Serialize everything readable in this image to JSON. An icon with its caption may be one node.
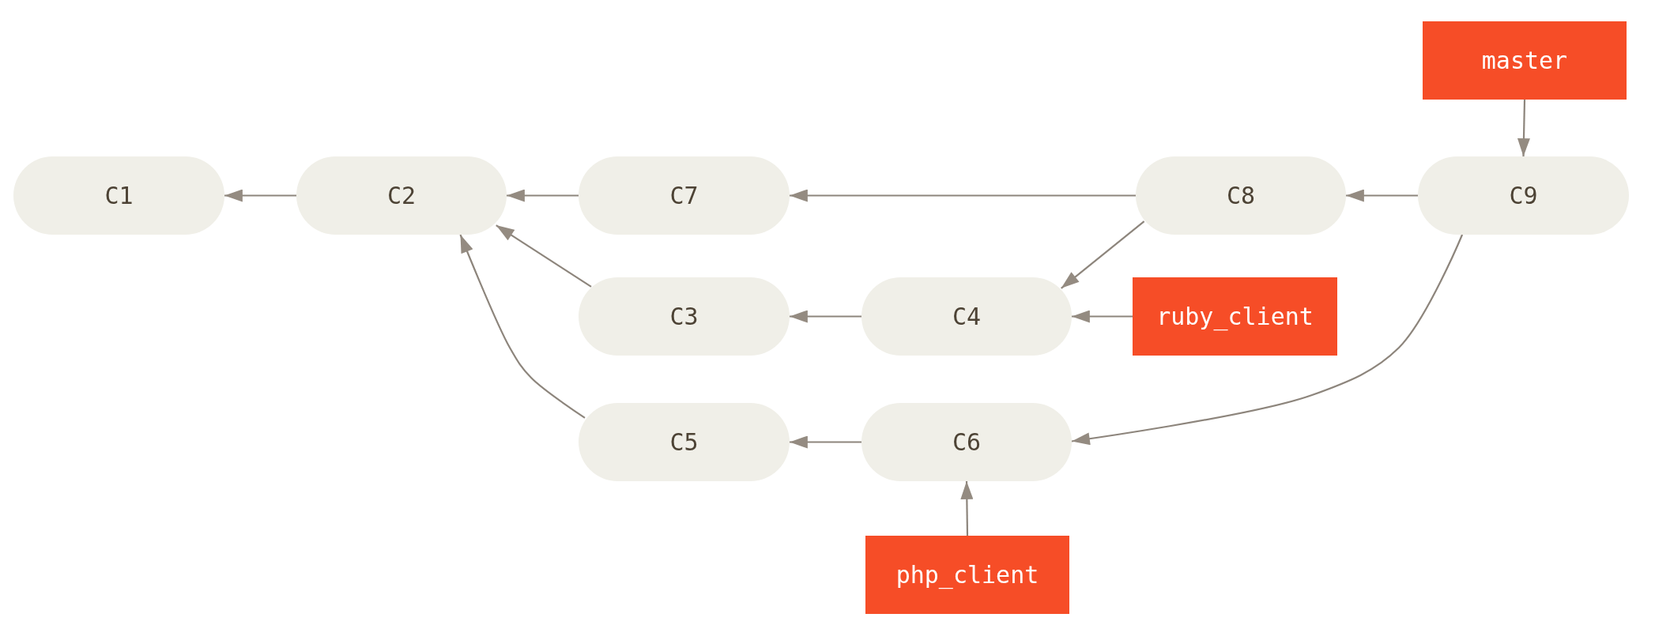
{
  "diagram": {
    "nodes": [
      {
        "text": [
          "master"
        ]
      },
      {
        "text": [
          "C1"
        ]
      },
      {
        "text": [
          "C2"
        ]
      },
      {
        "text": [
          "C7"
        ]
      },
      {
        "text": [
          "C8"
        ]
      },
      {
        "text": [
          "C9"
        ]
      },
      {
        "text": [
          "C3"
        ]
      },
      {
        "text": [
          "C4"
        ]
      },
      {
        "text": [
          "ruby_client"
        ]
      },
      {
        "text": [
          "C5"
        ]
      },
      {
        "text": [
          "C6"
        ]
      },
      {
        "text": [
          "php_client"
        ]
      }
    ],
    "edges": [
      {
        "from": 0,
        "to": 5,
        "arrow": "to"
      },
      {
        "from": 2,
        "to": 1,
        "arrow": "to"
      },
      {
        "from": 3,
        "to": 2,
        "arrow": "to"
      },
      {
        "from": 4,
        "to": 3,
        "arrow": "to"
      },
      {
        "from": 5,
        "to": 4,
        "arrow": "to"
      },
      {
        "from": 6,
        "to": 2,
        "arrow": "to"
      },
      {
        "from": 4,
        "to": 7,
        "arrow": "to"
      },
      {
        "from": 7,
        "to": 6,
        "arrow": "to"
      },
      {
        "from": 8,
        "to": 7,
        "arrow": "to"
      },
      {
        "from": 9,
        "to": 2,
        "arrow": "to"
      },
      {
        "from": 10,
        "to": 9,
        "arrow": "to"
      },
      {
        "from": 5,
        "to": 10,
        "arrow": "to"
      },
      {
        "from": 11,
        "to": 10,
        "arrow": "to"
      }
    ]
  }
}
